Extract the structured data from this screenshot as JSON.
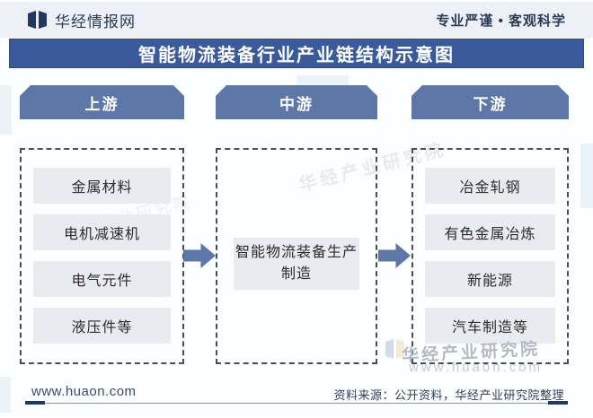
{
  "header": {
    "logo_text": "华经情报网",
    "tagline": "专业严谨 • 客观科学"
  },
  "title": "智能物流装备行业产业链结构示意图",
  "columns": [
    {
      "header": "上游",
      "items": [
        "金属材料",
        "电机减速机",
        "电气元件",
        "液压件等"
      ]
    },
    {
      "header": "中游",
      "items": [
        "智能物流装备生产制造"
      ]
    },
    {
      "header": "下游",
      "items": [
        "冶金轧钢",
        "有色金属冶炼",
        "新能源",
        "汽车制造等"
      ]
    }
  ],
  "footer": {
    "website": "www.huaon.com",
    "source": "资料来源：公开资料，华经产业研究院整理"
  },
  "watermark": {
    "name": "华经产业研究院",
    "url": "www.huaon.com"
  },
  "icons": {
    "logo": "huajing-book-icon",
    "arrow": "right-arrow-icon"
  },
  "colors": {
    "banner_blue": "#3b5a9c",
    "slate_blue": "#5d77a6",
    "navy": "#1f3864",
    "item_gray": "#e9ebf0",
    "topband": "#edf1f7"
  }
}
